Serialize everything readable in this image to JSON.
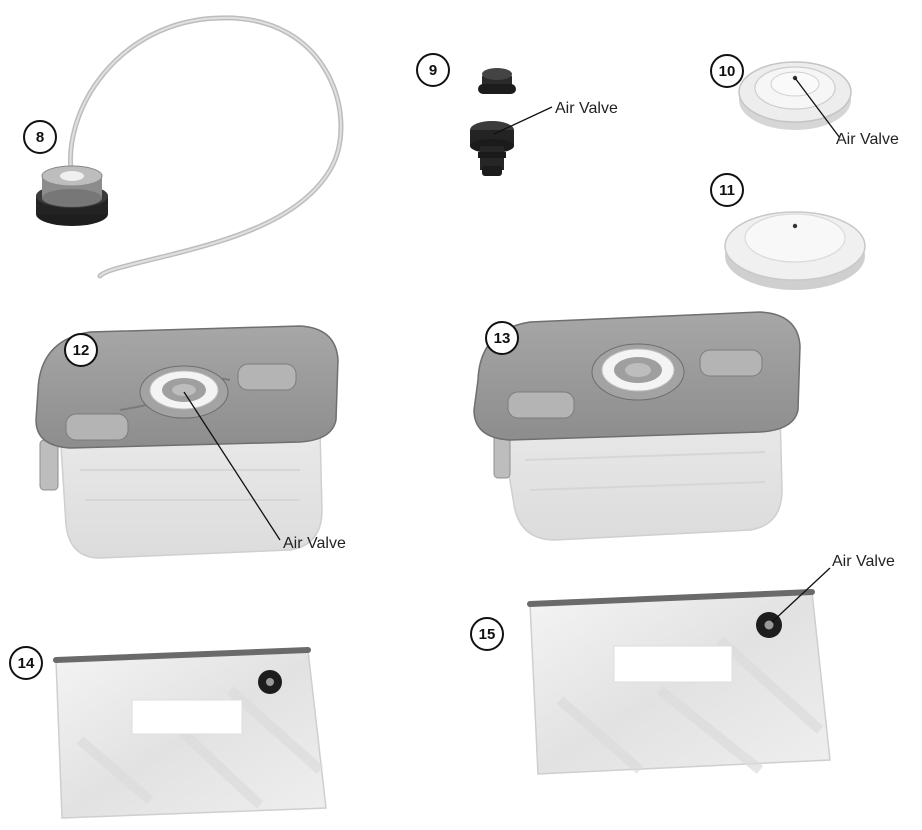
{
  "parts": [
    {
      "number": "8"
    },
    {
      "number": "9",
      "label": "Air Valve"
    },
    {
      "number": "10",
      "label": "Air Valve"
    },
    {
      "number": "11"
    },
    {
      "number": "12",
      "label": "Air Valve"
    },
    {
      "number": "13"
    },
    {
      "number": "14"
    },
    {
      "number": "15",
      "label": "Air Valve"
    }
  ],
  "colors": {
    "outline": "#111111",
    "tube": "#c9c9c9",
    "lid": "#9a9a9a",
    "lid_dark": "#7d7d7d",
    "container": "#e6e6e6",
    "bag": "#ececec",
    "valve_ring": "#f4f4f4"
  }
}
